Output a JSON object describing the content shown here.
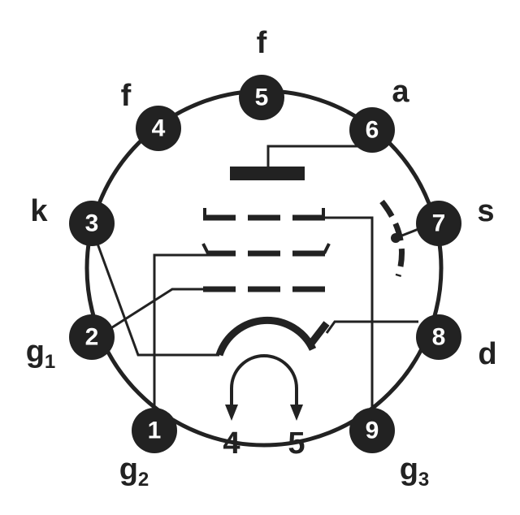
{
  "pins": [
    {
      "number": "1",
      "label": "g",
      "sub": "2"
    },
    {
      "number": "2",
      "label": "g",
      "sub": "1"
    },
    {
      "number": "3",
      "label": "k",
      "sub": ""
    },
    {
      "number": "4",
      "label": "f",
      "sub": ""
    },
    {
      "number": "5",
      "label": "f",
      "sub": ""
    },
    {
      "number": "6",
      "label": "a",
      "sub": ""
    },
    {
      "number": "7",
      "label": "s",
      "sub": ""
    },
    {
      "number": "8",
      "label": "d",
      "sub": ""
    },
    {
      "number": "9",
      "label": "g",
      "sub": "3"
    }
  ],
  "heater_labels": [
    "4",
    "5"
  ],
  "colors": {
    "ink": "#222222",
    "background": "#ffffff"
  }
}
